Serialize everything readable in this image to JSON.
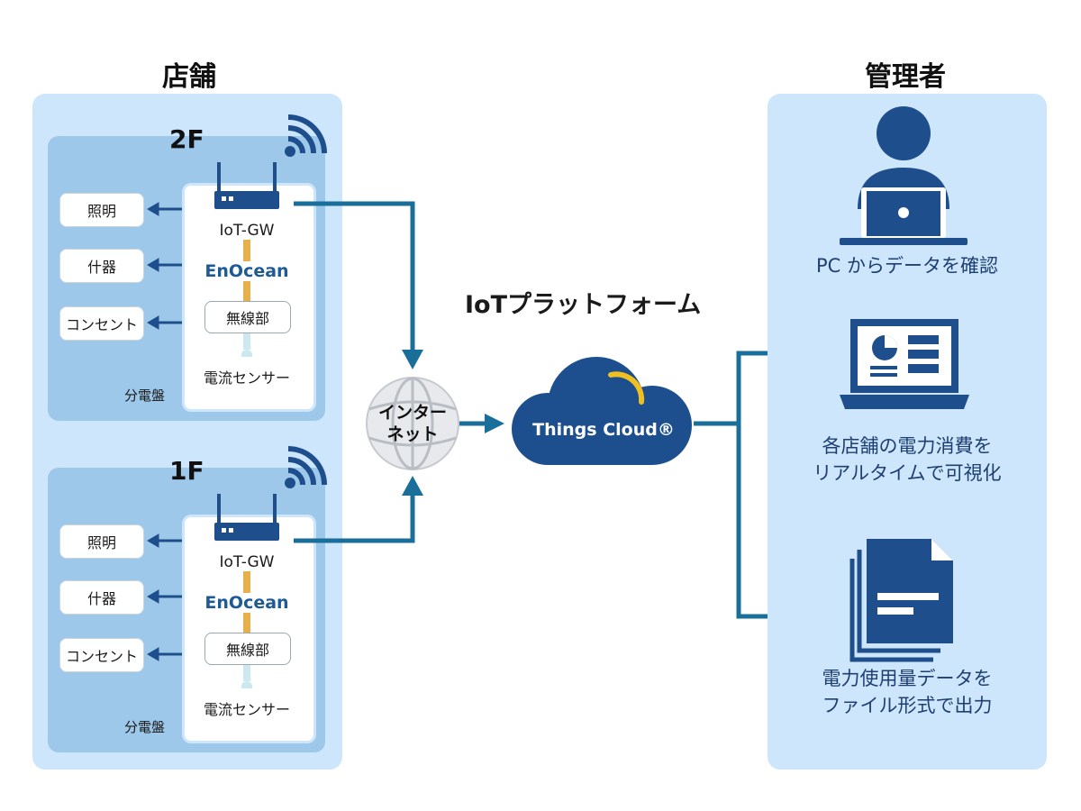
{
  "headers": {
    "store": "店舗",
    "admin": "管理者"
  },
  "floors": [
    {
      "label": "2F",
      "loads": [
        "照明",
        "什器",
        "コンセント"
      ],
      "gateway": "IoT-GW",
      "enocean": "EnOcean",
      "radio": "無線部",
      "sensor": "電流センサー",
      "panel": "分電盤"
    },
    {
      "label": "1F",
      "loads": [
        "照明",
        "什器",
        "コンセント"
      ],
      "gateway": "IoT-GW",
      "enocean": "EnOcean",
      "radio": "無線部",
      "sensor": "電流センサー",
      "panel": "分電盤"
    }
  ],
  "internet": {
    "line1": "インター",
    "line2": "ネット"
  },
  "platform": {
    "title": "IoTプラットフォーム",
    "cloud": "Things Cloud®"
  },
  "admin_items": [
    {
      "icon": "pc-user-icon",
      "lines": [
        "PC からデータを確認"
      ]
    },
    {
      "icon": "dashboard-laptop-icon",
      "lines": [
        "各店舗の電力消費を",
        "リアルタイムで可視化"
      ]
    },
    {
      "icon": "document-file-icon",
      "lines": [
        "電力使用量データを",
        "ファイル形式で出力"
      ]
    }
  ],
  "colors": {
    "panel_bg": "#cde6fb",
    "floor_bg": "#9dc8ea",
    "navy": "#1e4f8c",
    "arrow": "#1a6f9a",
    "cloud": "#1d4f8f",
    "cloud_accent": "#f0c020",
    "gw_line": "#e8b04a"
  }
}
